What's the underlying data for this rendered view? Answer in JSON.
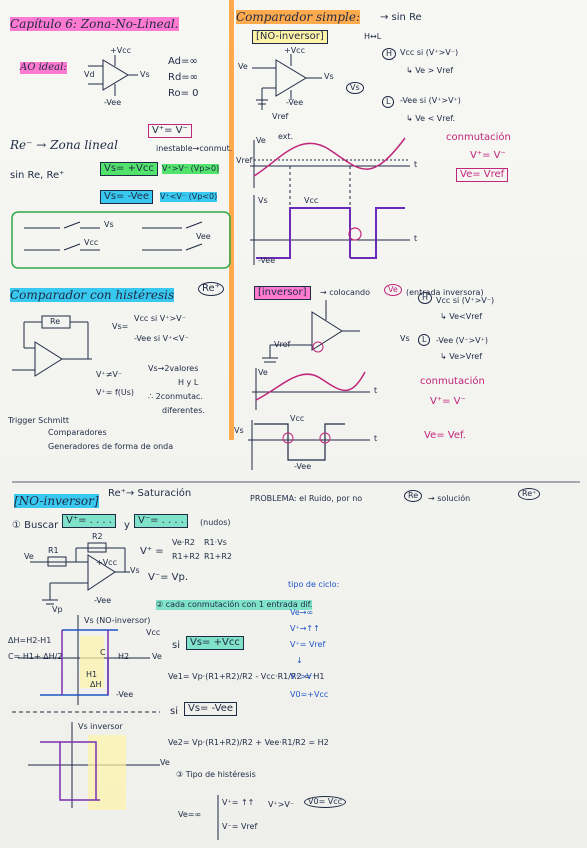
{
  "left": {
    "chapter_title": "Capítulo 6: Zona-No-Lineal.",
    "ao_ideal": "AO ideal:",
    "ao_params": [
      "Ad=∞",
      "Rd=∞",
      "Ro= 0"
    ],
    "opamp_labels": {
      "vcc": "+Vcc",
      "vee": "-Vee",
      "vd": "Vd",
      "vs": "Vs"
    },
    "re_minus_zone": "Re⁻ → Zona lineal",
    "unstable_box": "V⁺= V⁻",
    "unstable_note": "inestable→conmut.",
    "sin_re": "sin Re, Re⁺",
    "sat_high": "Vs= +Vcc",
    "sat_high_cond": "V⁺>V⁻ (Vp>0)",
    "sat_low": "Vs= -Vee",
    "sat_low_cond": "V⁺<V⁻ (Vp<0)",
    "switch_labels": [
      "Vs",
      "Vcc",
      "Vee"
    ],
    "hysteresis_title": "Comparador con histéresis",
    "hysteresis_re": "Re⁺",
    "hyst_re_label": "Re",
    "hyst_vs_cases": [
      "Vcc si V⁺>V⁻",
      "-Vee si V⁺<V⁻"
    ],
    "hyst_vs_lhs": "Vs=",
    "hyst_notes": [
      "V⁺≠V⁻",
      "V⁺= f(Us)",
      "Vs→2valores",
      "H y L",
      "∴ 2conmutac.",
      "diferentes."
    ],
    "trigger_label": "Trigger Schmitt",
    "uses": [
      "Comparadores",
      "Generadores de forma de onda"
    ],
    "ninv_title": "[NO-inversor]",
    "ninv_sat": "Re⁺→ Saturación",
    "problem": "PROBLEMA: el Ruido, por no",
    "problem_re": "Re",
    "solution": "→ solución",
    "solution_re": "Re⁺",
    "step1": "① Buscar",
    "step1_box1": "V⁺= . . . .",
    "step1_y": "y",
    "step1_box2": "V⁻= . . . .",
    "step1_nodes": "(nudos)",
    "vplus_formula_lhs": "V⁺ =",
    "vplus_terms": [
      "Ve·R2",
      "R1+R2",
      "R1·Vs",
      "R1+R2"
    ],
    "vminus_eq": "V⁻= Vp.",
    "circuit_labels": [
      "Ve",
      "R1",
      "R2",
      "+Vcc",
      "Vs",
      "Vp",
      "-Vee"
    ],
    "step2": "② cada conmutación con 1 entrada dif.",
    "graph_title": "Vs (NO-inversor)",
    "graph_labels": [
      "Vcc",
      "H2",
      "Ve",
      "H1",
      "ΔH",
      "C",
      "-Vee"
    ],
    "dh_eq": "ΔH=H2-H1",
    "c_eq": "C= H1+ ΔH/2",
    "case1_si": "si",
    "case1_box": "Vs= +Vcc",
    "ve1_eq": "Ve1= Vp·(R1+R2)/R2 - Vcc·R1/R2 = H1",
    "case2_si": "si",
    "case2_box": "Vs= -Vee",
    "ve2_eq": "Ve2= Vp·(R1+R2)/R2 + Vee·R1/R2 = H2",
    "cycle_title": "tipo de ciclo:",
    "cycle_steps": [
      "Ve→∞",
      "V⁺→↑↑",
      "V⁺= Vref",
      "↓",
      "V⁺>V⁻",
      "V0=+Vcc"
    ],
    "inv_graph_title": "Vs inversor",
    "inv_graph_ve": "Ve",
    "step3": "③ Tipo de histéresis",
    "step3_lhs": "Ve=∞",
    "step3_cases": [
      "V⁺= ↑↑",
      "V⁻= Vref"
    ],
    "step3_result": "V⁺>V⁻",
    "step3_box": "V0= Vcc"
  },
  "right": {
    "simple_title": "Comparador simple:",
    "simple_suffix": "→ sin Re",
    "noninv_box": "[NO-inversor]",
    "noninv_hl": "H↔L",
    "opamp_labels": {
      "ve": "Ve",
      "vcc": "+Vcc",
      "vref": "Vref",
      "vee": "-Vee",
      "vs": "Vs"
    },
    "cases_top": [
      "Vcc si (V⁺>V⁻)",
      "↳ Ve > Vref",
      "-Vee si (V⁺>V⁺)",
      "↳ Ve < Vref."
    ],
    "case_marks": [
      "H",
      "L",
      "Vs"
    ],
    "commutation_title": "conmutación",
    "commutation_eq": "V⁺= V⁻",
    "commutation_box": "Ve= Vref",
    "wave1_labels": [
      "Ve",
      "ext.",
      "Vref",
      "t",
      "Vs",
      "Vcc",
      "t",
      "-Vee"
    ],
    "inv_box": "[inversor]",
    "inv_desc": "→ colocando",
    "inv_ve": "Ve",
    "inv_desc2": "(entrada inversora)",
    "inv_cases": [
      "Vcc si (V⁺>V⁻)",
      "↳ Ve<Vref",
      "-Vee (V⁻>V⁺)",
      "↳ Ve>Vref"
    ],
    "inv_case_marks": [
      "H",
      "L"
    ],
    "inv_vs": "Vs",
    "inv_commutation_title": "conmutación",
    "inv_commutation_eq": "V⁺= V⁻",
    "inv_commutation_res": "Ve= Vef.",
    "wave2_labels": [
      "Ve",
      "t",
      "Vcc",
      "t",
      "-Vee",
      "Vs",
      "Vref"
    ]
  }
}
